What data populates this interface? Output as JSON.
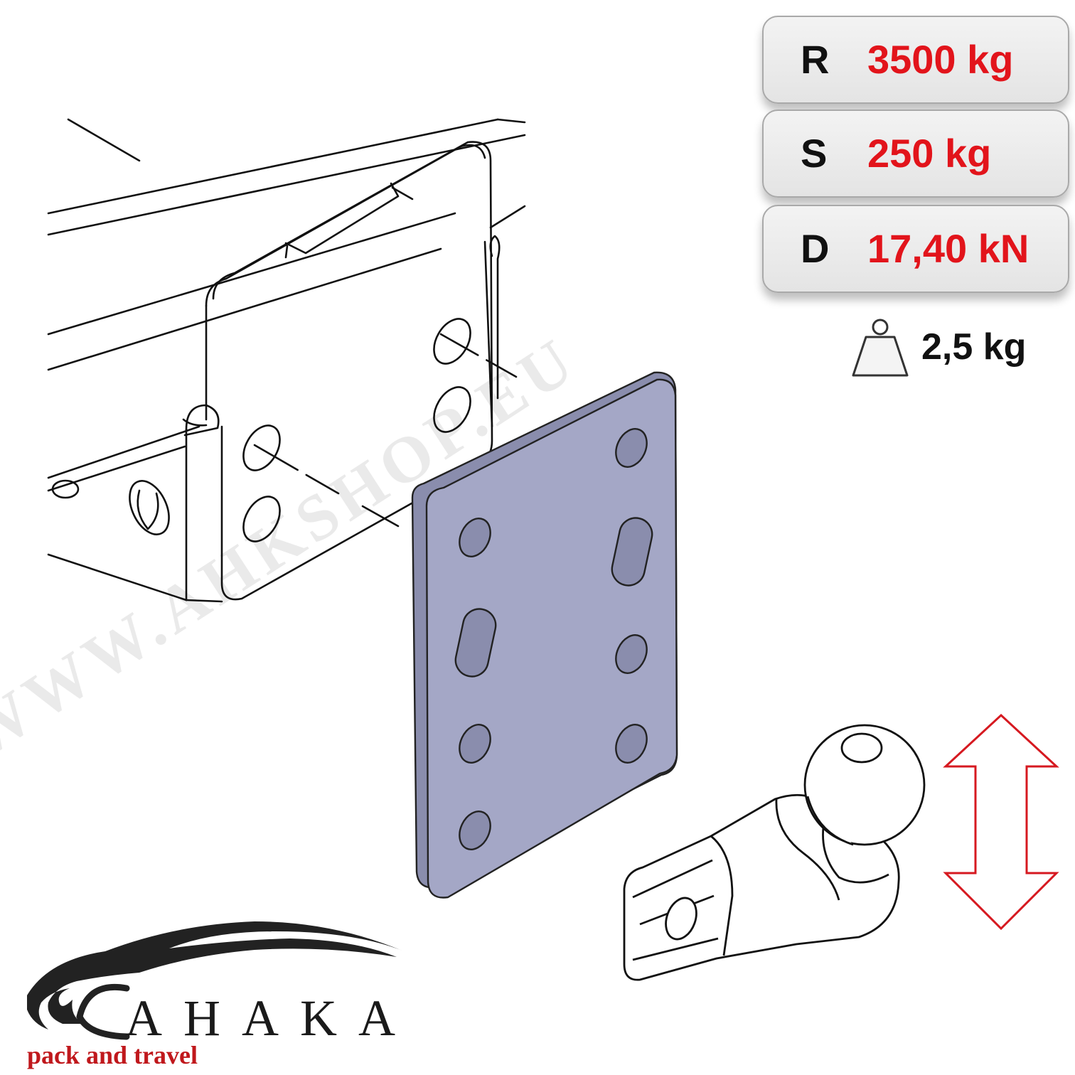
{
  "specs": {
    "r": {
      "letter": "R",
      "value": "3500 kg"
    },
    "s": {
      "letter": "S",
      "value": "250 kg"
    },
    "d": {
      "letter": "D",
      "value": "17,40 kN"
    }
  },
  "weight": {
    "value": "2,5 kg",
    "icon": "weight-icon"
  },
  "watermark": "WWW.AHKSHOP.EU",
  "logo": {
    "brand": "AHAKA",
    "tagline": "pack and travel"
  },
  "colors": {
    "accent_red": "#e2141b",
    "plate_fill": "#a4a7c6",
    "plate_edge": "#8a8dad",
    "arrow_red": "#d61920"
  }
}
